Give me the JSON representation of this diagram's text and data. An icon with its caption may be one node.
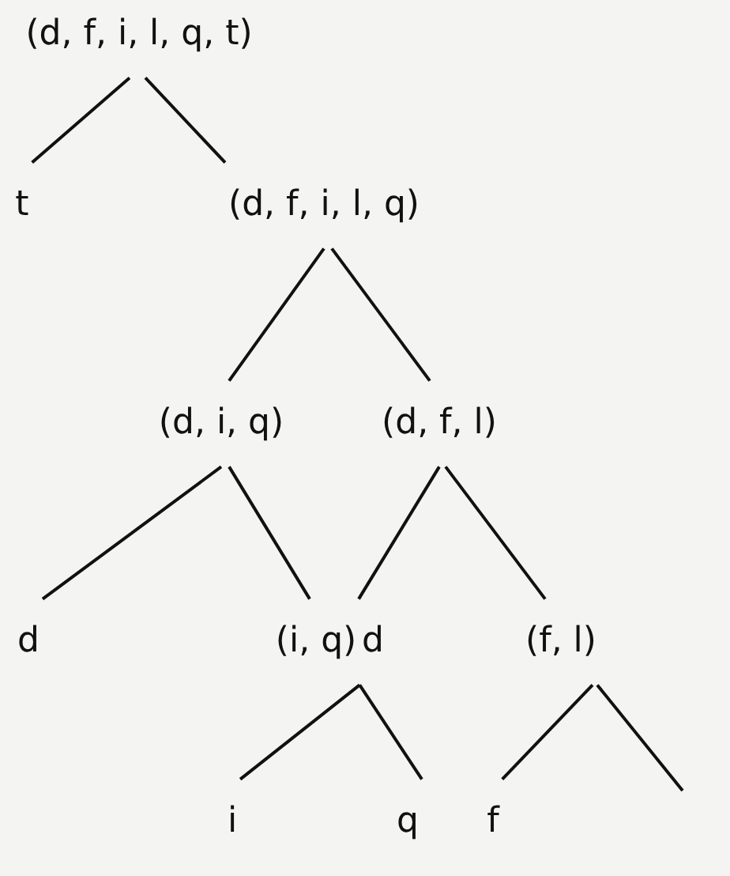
{
  "diagram": {
    "nodes": [
      {
        "text": [
          "(d, f, i, l, q, t)"
        ]
      },
      {
        "text": [
          "t"
        ]
      },
      {
        "text": [
          "(d, f, i, l, q)"
        ]
      },
      {
        "text": [
          "(d, i, q)"
        ]
      },
      {
        "text": [
          "(d, f, l)"
        ]
      },
      {
        "text": [
          "d"
        ]
      },
      {
        "text": [
          "(i, q)"
        ]
      },
      {
        "text": [
          "d"
        ]
      },
      {
        "text": [
          "(f, l)"
        ]
      },
      {
        "text": [
          "i"
        ]
      },
      {
        "text": [
          "q"
        ]
      },
      {
        "text": [
          "f"
        ]
      }
    ],
    "edges": [
      {
        "from": 0,
        "to": 1,
        "arrow": "none"
      },
      {
        "from": 0,
        "to": 2,
        "arrow": "none"
      },
      {
        "from": 2,
        "to": 3,
        "arrow": "none"
      },
      {
        "from": 2,
        "to": 4,
        "arrow": "none"
      },
      {
        "from": 3,
        "to": 5,
        "arrow": "none"
      },
      {
        "from": 3,
        "to": 6,
        "arrow": "none"
      },
      {
        "from": 4,
        "to": 7,
        "arrow": "none"
      },
      {
        "from": 4,
        "to": 8,
        "arrow": "none"
      },
      {
        "from": 6,
        "to": 9,
        "arrow": "none"
      },
      {
        "from": 6,
        "to": 10,
        "arrow": "none"
      },
      {
        "from": 8,
        "to": 11,
        "arrow": "none"
      },
      {
        "from": 8,
        "to": null,
        "arrow": "none"
      }
    ]
  }
}
